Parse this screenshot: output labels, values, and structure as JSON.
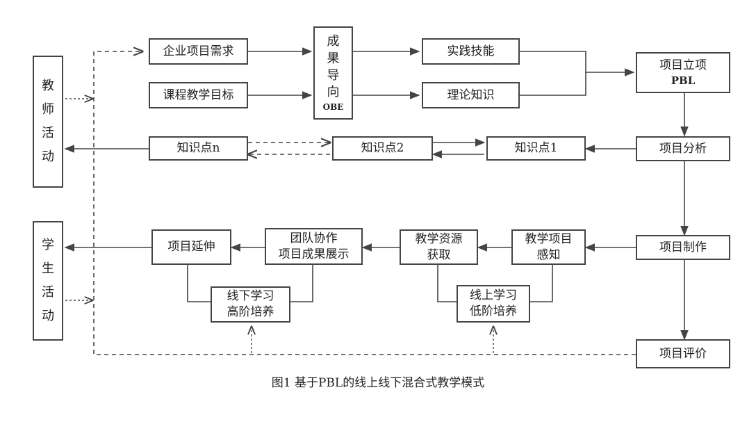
{
  "boxes": {
    "teacher": "教\n师\n活\n动",
    "student": "学\n生\n活\n动",
    "enterprise": "企业项目需求",
    "course_goal": "课程教学目标",
    "obe_label": "成\n果\n导\n向",
    "obe_sub": "OBE",
    "practice": "实践技能",
    "theory": "理论知识",
    "project_setup": "项目立项",
    "project_setup_sub": "PBL",
    "kp_n": "知识点n",
    "kp_2": "知识点2",
    "kp_1": "知识点1",
    "project_analysis": "项目分析",
    "project_make": "项目制作",
    "project_eval": "项目评价",
    "project_extend": "项目延伸",
    "team": "团队协作\n项目成果展示",
    "resource": "教学资源\n获取",
    "perceive": "教学项目\n感知",
    "offline": "线下学习\n高阶培养",
    "online": "线上学习\n低阶培养"
  },
  "caption": "图1  基于PBL的线上线下混合式教学模式"
}
